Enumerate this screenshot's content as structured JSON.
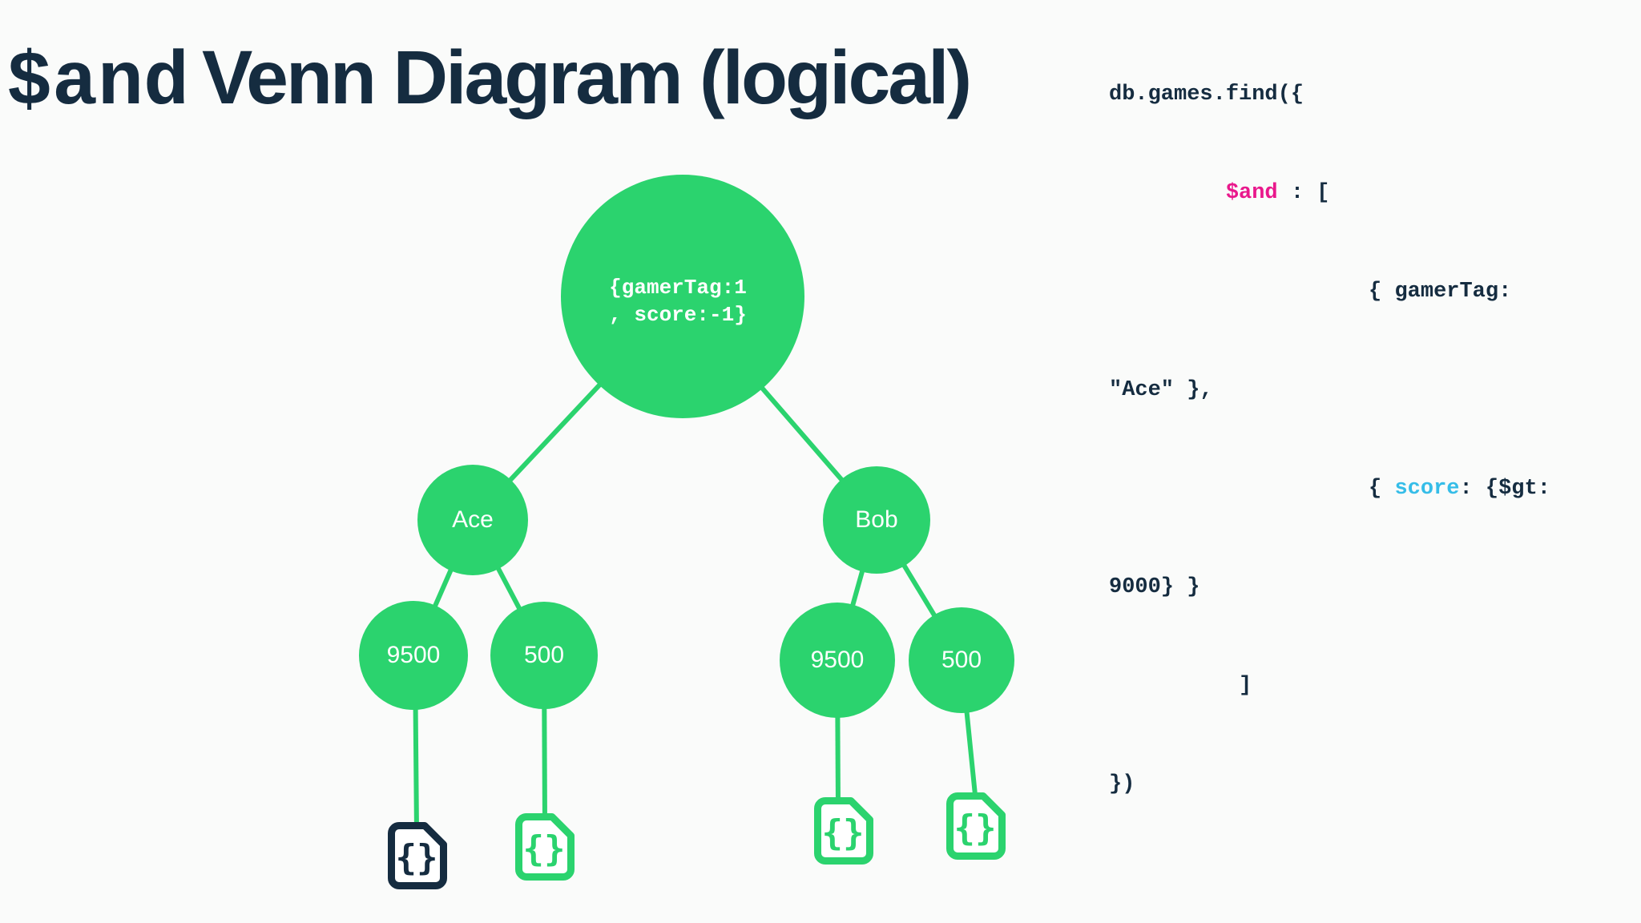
{
  "title": {
    "operator": "$and",
    "text": "Venn Diagram (logical)"
  },
  "colors": {
    "node_green": "#2BD36E",
    "ink_navy": "#152C40",
    "keyword_pink": "#E9188C",
    "field_cyan": "#35BDE8",
    "background": "#FAFBFA"
  },
  "code": {
    "lines": [
      {
        "segments": [
          {
            "text": "db.games.find({",
            "color": "navy"
          }
        ]
      },
      {
        "segments": [
          {
            "text": "         ",
            "color": "navy"
          },
          {
            "text": "$and",
            "color": "pink"
          },
          {
            "text": " : [",
            "color": "navy"
          }
        ]
      },
      {
        "segments": [
          {
            "text": "                    { gamerTag:",
            "color": "navy"
          }
        ]
      },
      {
        "segments": [
          {
            "text": "\"Ace\" },",
            "color": "navy"
          }
        ]
      },
      {
        "segments": [
          {
            "text": "                    { ",
            "color": "navy"
          },
          {
            "text": "score",
            "color": "cyan"
          },
          {
            "text": ": {$gt:",
            "color": "navy"
          }
        ]
      },
      {
        "segments": [
          {
            "text": "9000} }",
            "color": "navy"
          }
        ]
      },
      {
        "segments": [
          {
            "text": "          ]",
            "color": "navy"
          }
        ]
      },
      {
        "segments": [
          {
            "text": "})",
            "color": "navy"
          }
        ]
      }
    ]
  },
  "tree": {
    "root": {
      "label_lines": [
        "{gamerTag:1",
        ", score:-1}"
      ]
    },
    "branches": [
      {
        "label": "Ace",
        "leaves": [
          {
            "value": "9500"
          },
          {
            "value": "500"
          }
        ]
      },
      {
        "label": "Bob",
        "leaves": [
          {
            "value": "9500"
          },
          {
            "value": "500"
          }
        ]
      }
    ],
    "documents": [
      {
        "glyph": "{}",
        "variant": "dark"
      },
      {
        "glyph": "{}",
        "variant": "green"
      },
      {
        "glyph": "{}",
        "variant": "green"
      },
      {
        "glyph": "{}",
        "variant": "green"
      }
    ]
  }
}
